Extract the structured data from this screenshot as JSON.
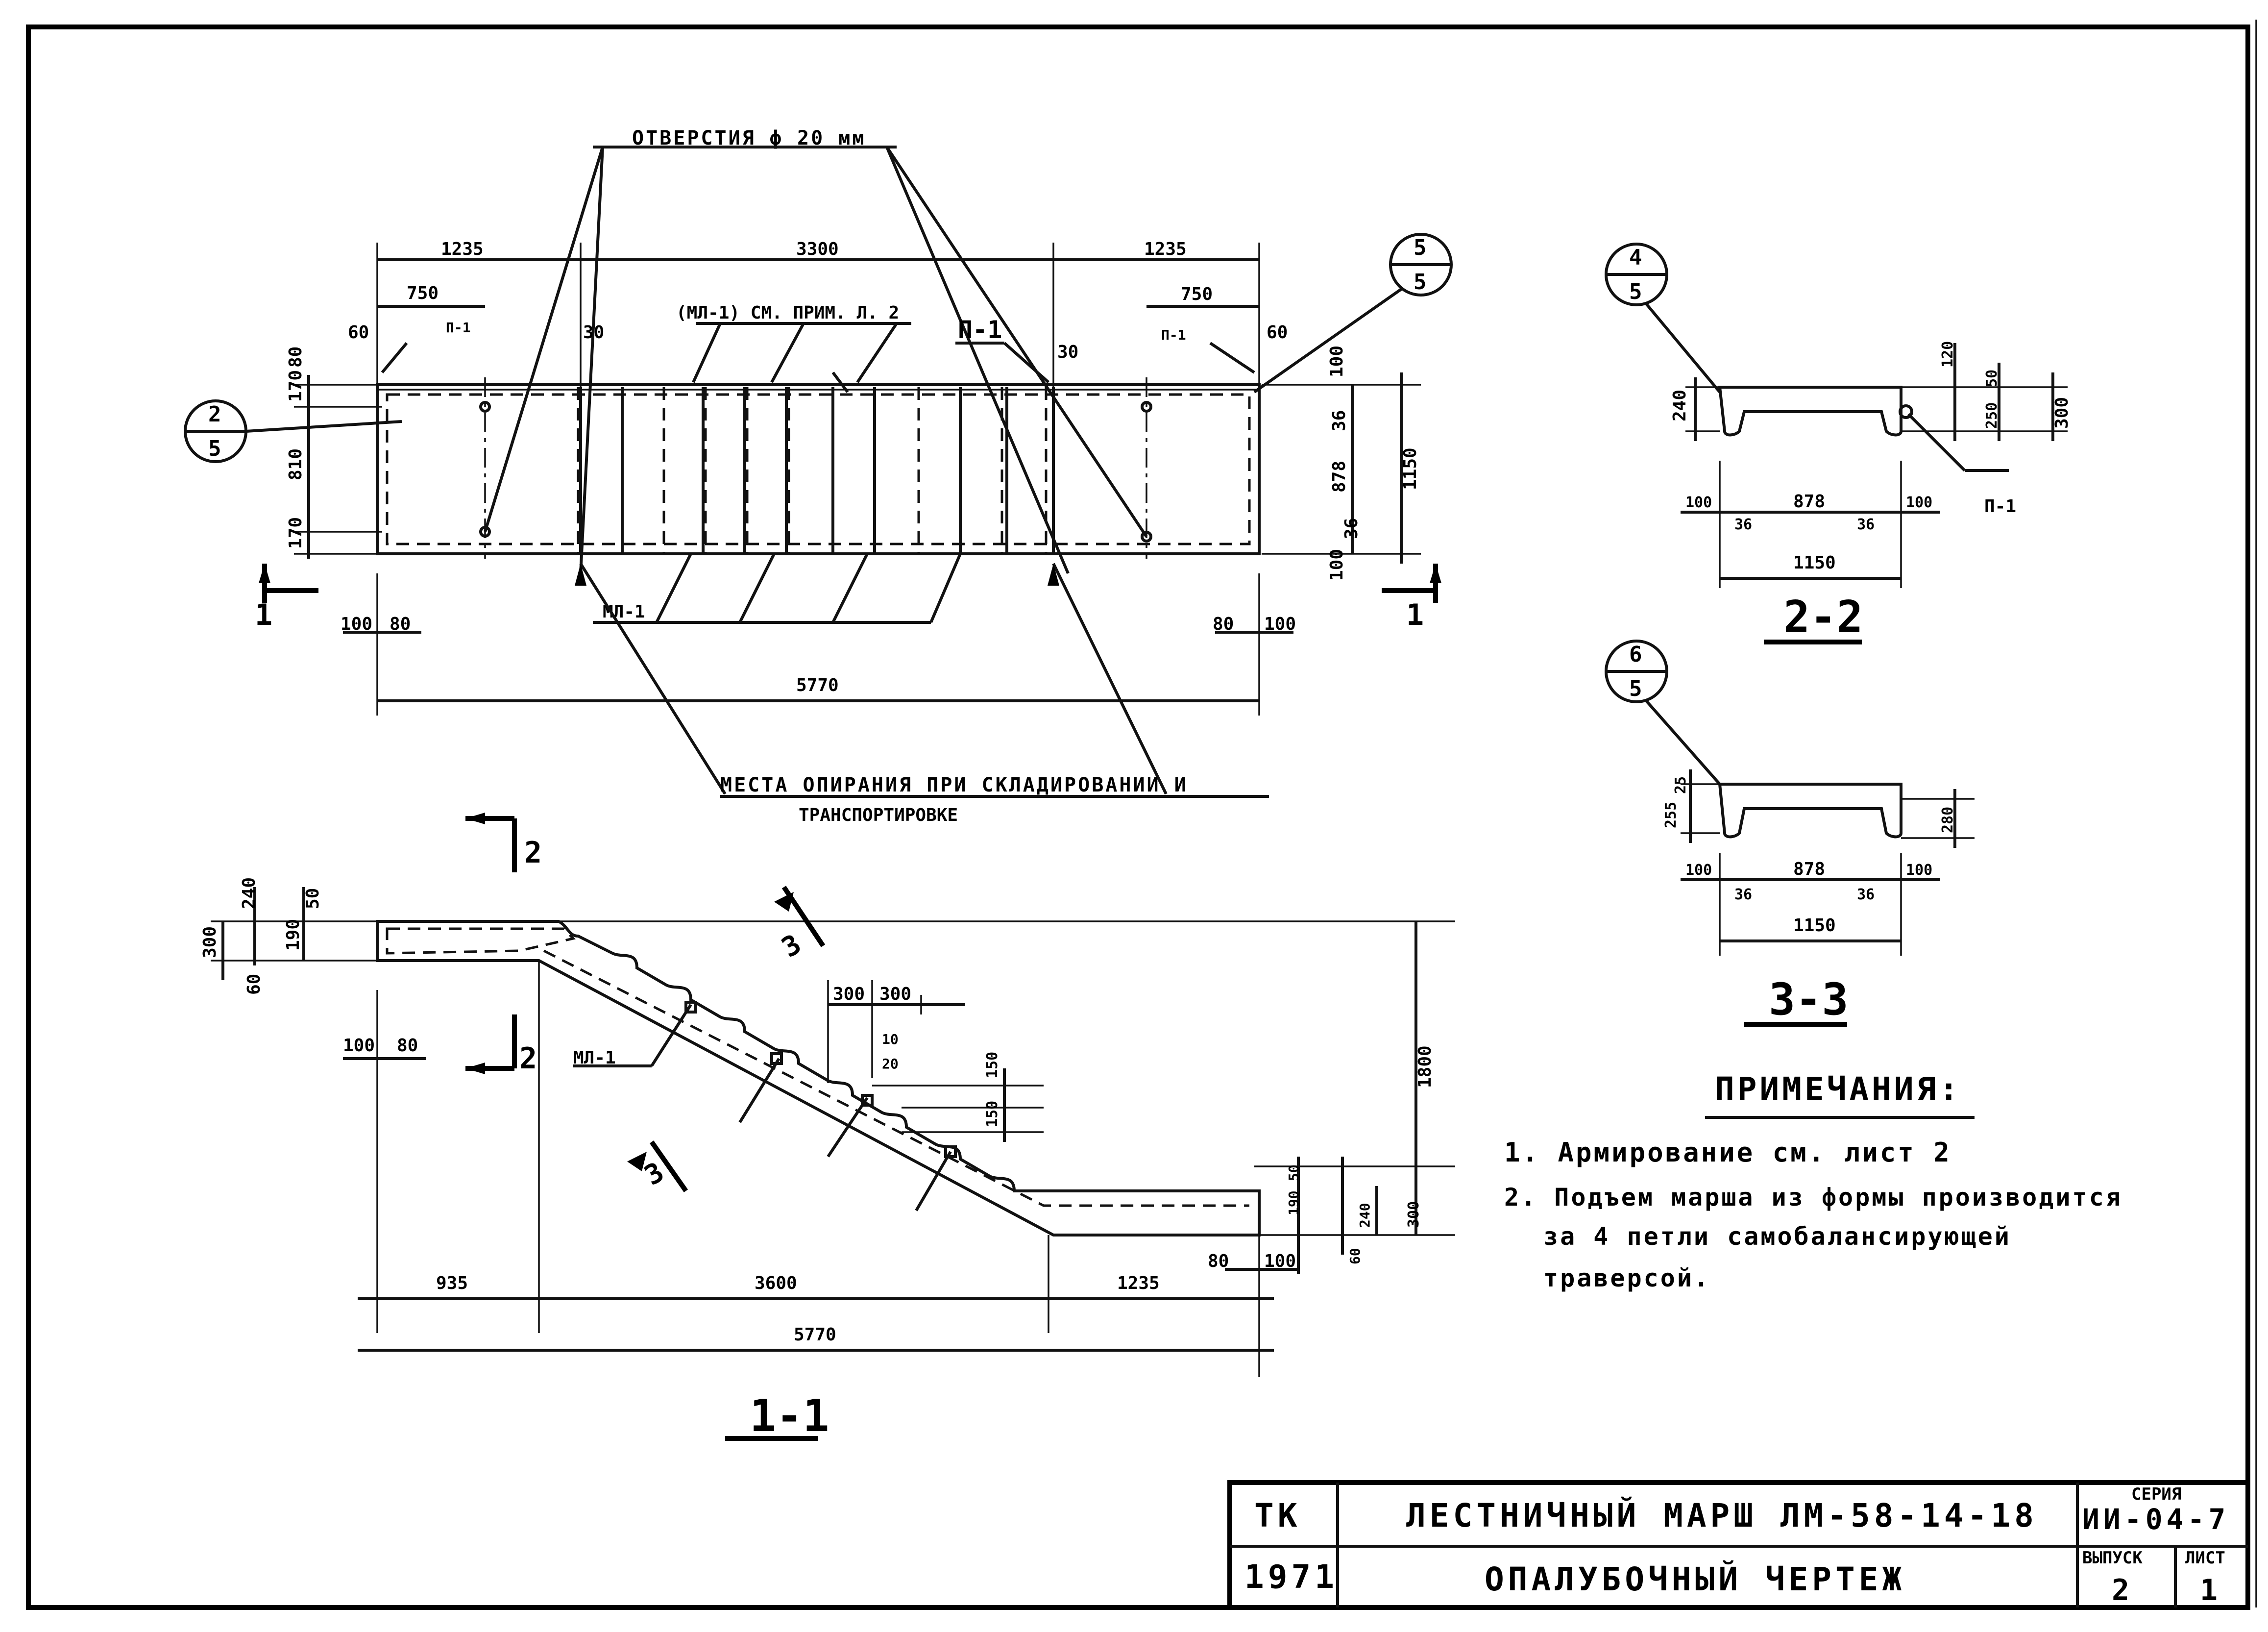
{
  "plan": {
    "holes_label": "ОТВЕРСТИЯ ϕ 20 мм",
    "dims": {
      "d1235a": "1235",
      "d3300": "3300",
      "d1235b": "1235",
      "d750a": "750",
      "d750b": "750",
      "d60a": "60",
      "d60b": "60",
      "d30a": "30",
      "d30b": "30",
      "l80": "80",
      "l170a": "170",
      "l810": "810",
      "l170b": "170",
      "r100a": "100",
      "r36a": "36",
      "r878": "878",
      "r36b": "36",
      "r100b": "100",
      "r1150": "1150",
      "b100a": "100",
      "b80a": "80",
      "b80b": "80",
      "b100b": "100",
      "b5770": "5770"
    },
    "labels": {
      "p1a": "П-1",
      "p1b": "П-1",
      "p1c": "П-1",
      "ml_note": "(МЛ-1) СМ. ПРИМ. Л. 2",
      "ml1": "МЛ-1",
      "support1": "МЕСТА ОПИРАНИЯ ПРИ СКЛАДИРОВАНИИ И",
      "support2": "ТРАНСПОРТИРОВКЕ"
    },
    "callouts": {
      "c1_top": "2",
      "c1_bot": "5",
      "c2_top": "5",
      "c2_bot": "5"
    },
    "cut_label_left": "1",
    "cut_label_right": "1"
  },
  "section11": {
    "title": "1-1",
    "cut2_top": "2",
    "cut2_bot": "2",
    "cut3_top": "3",
    "cut3_bot": "3",
    "ml1": "МЛ-1",
    "dims": {
      "h1800": "1800",
      "l300": "300",
      "l240": "240",
      "l190": "190",
      "l50": "50",
      "l60": "60",
      "l100": "100",
      "l80": "80",
      "s300a": "300",
      "s300b": "300",
      "s10": "10",
      "s20": "20",
      "s150a": "150",
      "s150b": "150",
      "r50": "50",
      "r190": "190",
      "r240": "240",
      "r300": "300",
      "r60": "60",
      "r80": "80",
      "r100": "100",
      "b935": "935",
      "b3600": "3600",
      "b1235": "1235",
      "b5770": "5770"
    }
  },
  "s22": {
    "title": "2-2",
    "callout_top": "4",
    "callout_bot": "5",
    "p1": "П-1",
    "d240": "240",
    "d120": "120",
    "d50": "50",
    "d250": "250",
    "d300": "300",
    "d100a": "100",
    "d36a": "36",
    "d878": "878",
    "d36b": "36",
    "d100b": "100",
    "d1150": "1150"
  },
  "s33": {
    "title": "3-3",
    "callout_top": "6",
    "callout_bot": "5",
    "d255": "255",
    "d25": "25",
    "d280": "280",
    "d100a": "100",
    "d36a": "36",
    "d878": "878",
    "d36b": "36",
    "d100b": "100",
    "d1150": "1150"
  },
  "notes": {
    "title": "ПРИМЕЧАНИЯ:",
    "line1": "1. Армирование см. лист 2",
    "line2": "2. Подъем марша из формы производится",
    "line3": "за 4 петли самобалансирующей",
    "line4": "траверсой."
  },
  "title_block": {
    "org": "ТК",
    "year": "1971",
    "title": "ЛЕСТНИЧНЫЙ МАРШ ЛМ-58-14-18",
    "subtitle": "ОПАЛУБОЧНЫЙ ЧЕРТЕЖ",
    "series_label": "СЕРИЯ",
    "series": "ИИ-04-7",
    "issue_label": "ВЫПУСК",
    "sheet_label": "ЛИСТ",
    "issue": "2",
    "sheet": "1"
  }
}
